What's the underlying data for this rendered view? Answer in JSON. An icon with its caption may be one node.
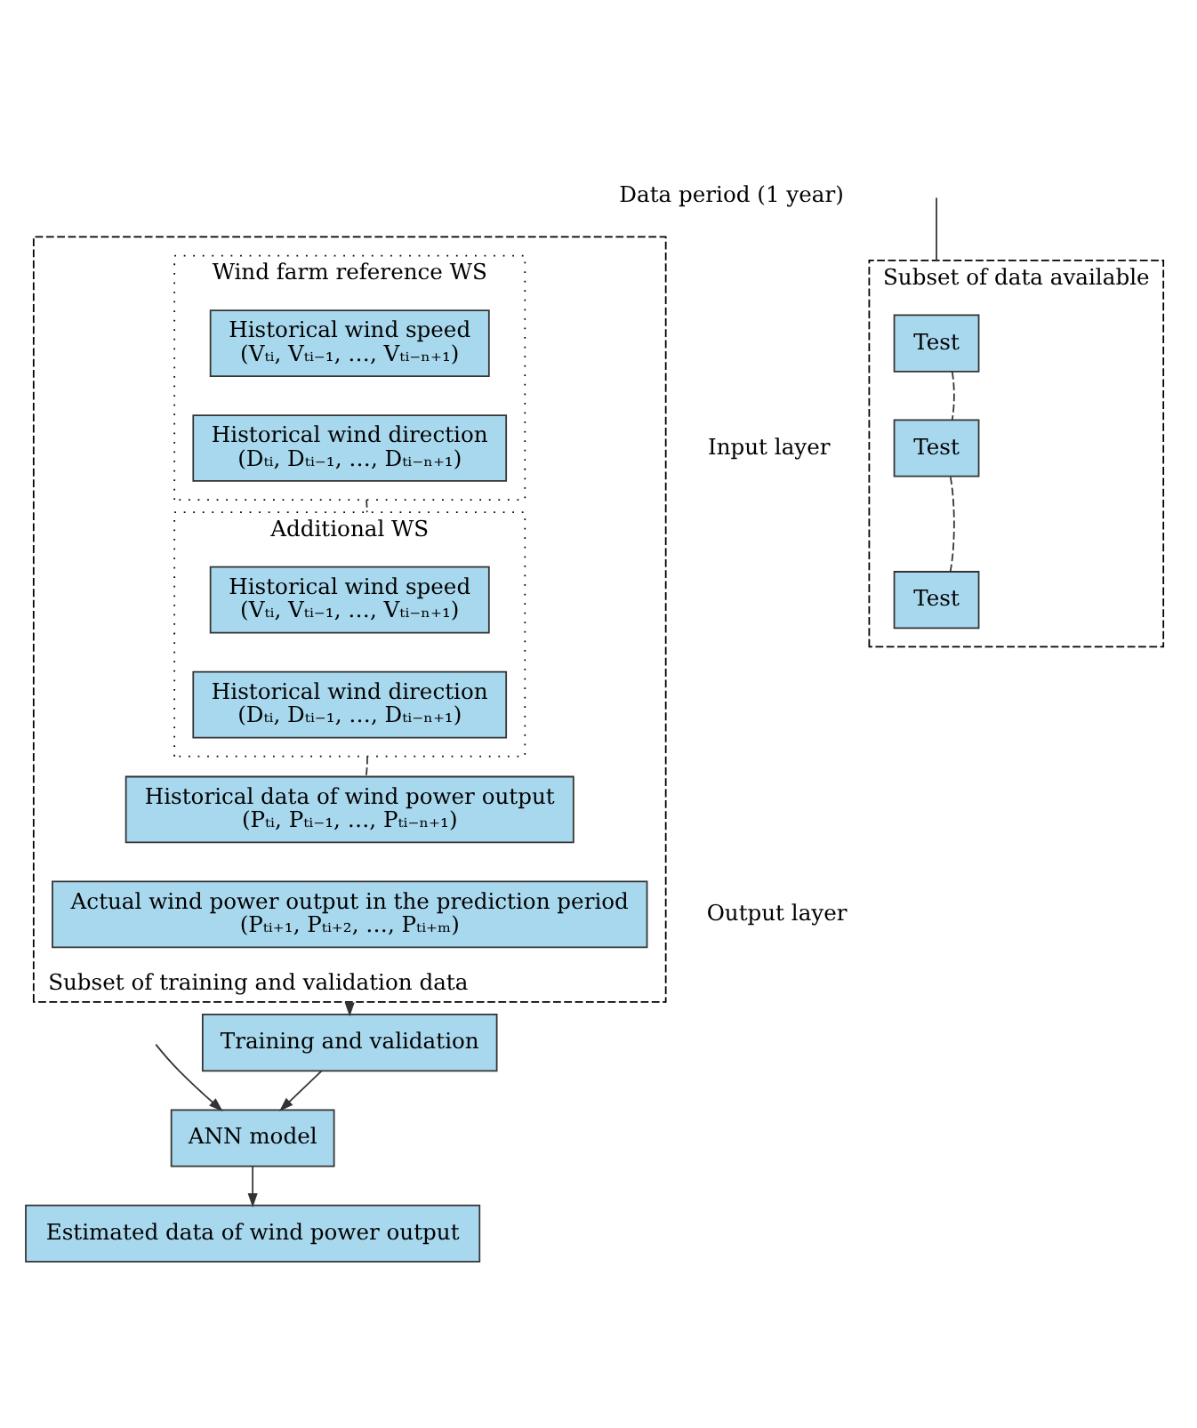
{
  "diagram": {
    "nodes": [
      {
        "text": [
          "Subset of training and validation data"
        ]
      },
      {
        "text": [
          "Wind farm reference WS"
        ],
        "in": 0
      },
      {
        "text": [
          "Historical wind speed",
          "(Vₜᵢ, Vₜᵢ₋₁, …, Vₜᵢ₋ₙ₊₁)"
        ],
        "in": 1
      },
      {
        "text": [
          "Historical wind direction",
          "(Dₜᵢ, Dₜᵢ₋₁, …, Dₜᵢ₋ₙ₊₁)"
        ],
        "in": 1
      },
      {
        "text": [
          "Additional WS"
        ],
        "in": 0
      },
      {
        "text": [
          "Historical wind speed",
          "(Vₜᵢ, Vₜᵢ₋₁, …, Vₜᵢ₋ₙ₊₁)"
        ],
        "in": 4
      },
      {
        "text": [
          "Historical wind direction",
          "(Dₜᵢ, Dₜᵢ₋₁, …, Dₜᵢ₋ₙ₊₁)"
        ],
        "in": 4
      },
      {
        "text": [
          "Historical data of wind power output",
          "(Pₜᵢ, Pₜᵢ₋₁, …, Pₜᵢ₋ₙ₊₁)"
        ],
        "in": 0
      },
      {
        "text": [
          "Actual wind power output in the prediction period",
          "(Pₜᵢ₊₁, Pₜᵢ₊₂, …, Pₜᵢ₊ₘ)"
        ],
        "in": 0
      },
      {
        "text": [
          "Subset of data available"
        ]
      },
      {
        "text": [
          "Test"
        ],
        "in": 9
      },
      {
        "text": [
          "Test"
        ],
        "in": 9
      },
      {
        "text": [
          "Test"
        ],
        "in": 9
      },
      {
        "text": [
          "Training and validation"
        ]
      },
      {
        "text": [
          "ANN model"
        ]
      },
      {
        "text": [
          "Estimated data of wind power output"
        ]
      }
    ],
    "edges": [
      {
        "from": 1,
        "to": 4,
        "arrow": "none",
        "style": "dashed"
      },
      {
        "from": 4,
        "to": 7,
        "arrow": "none",
        "style": "dashed"
      },
      {
        "from": 10,
        "to": 11,
        "arrow": "none",
        "style": "dashed"
      },
      {
        "from": 11,
        "to": 12,
        "arrow": "none",
        "style": "dashed"
      },
      {
        "from": 0,
        "to": 13,
        "arrow": "to"
      },
      {
        "from": 13,
        "to": 14,
        "arrow": "to"
      },
      {
        "from": 14,
        "to": 15,
        "arrow": "to"
      },
      {
        "from": null,
        "to": 14,
        "arrow": "to"
      },
      {
        "from": null,
        "to": 9,
        "arrow": "none"
      }
    ],
    "labels": [
      "Data period (1 year)",
      "Input layer",
      "Output layer"
    ]
  }
}
